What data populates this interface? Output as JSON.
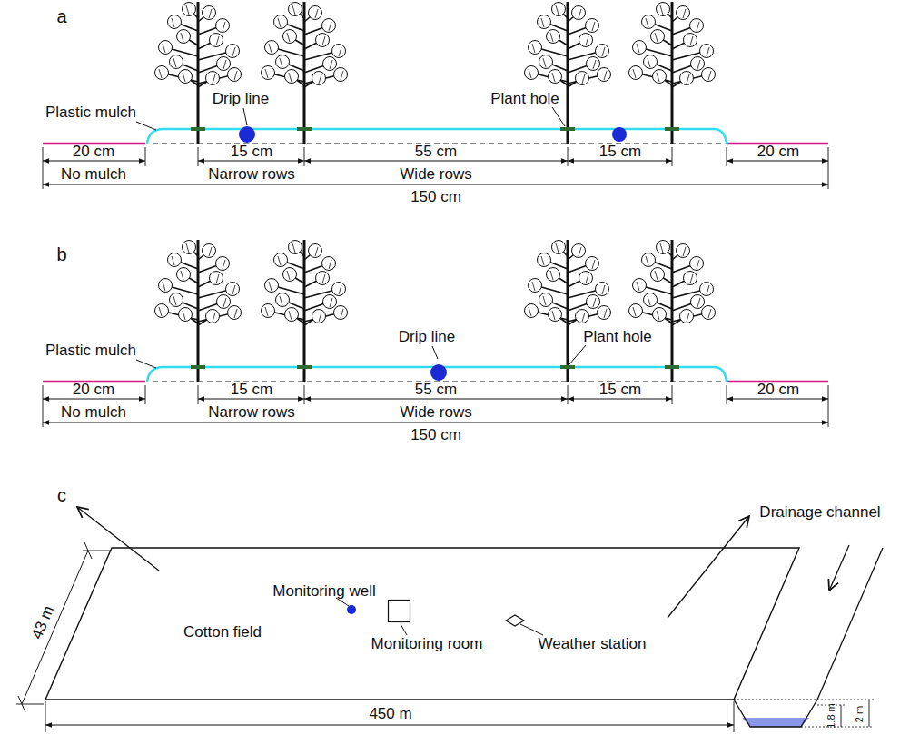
{
  "diagram": {
    "nodes": [
      {
        "text": [
          "Cotton field"
        ]
      },
      {
        "text": [
          "Monitoring well"
        ],
        "in": 0
      },
      {
        "text": [
          "Monitoring room"
        ],
        "in": 0
      },
      {
        "text": [
          "Weather station"
        ],
        "in": 0
      }
    ],
    "labels": [
      "a",
      "Plastic mulch",
      "Drip line",
      "Plant hole",
      "20 cm",
      "No mulch",
      "15 cm",
      "Narrow rows",
      "55 cm",
      "Wide rows",
      "15 cm",
      "20 cm",
      "150 cm",
      "b",
      "Plastic mulch",
      "Drip line",
      "Plant hole",
      "20 cm",
      "No mulch",
      "15 cm",
      "Narrow rows",
      "55 cm",
      "Wide rows",
      "15 cm",
      "20 cm",
      "150 cm",
      "c",
      "43 m",
      "450 m",
      "Drainage channel",
      "1.8 m",
      "2 m"
    ]
  }
}
